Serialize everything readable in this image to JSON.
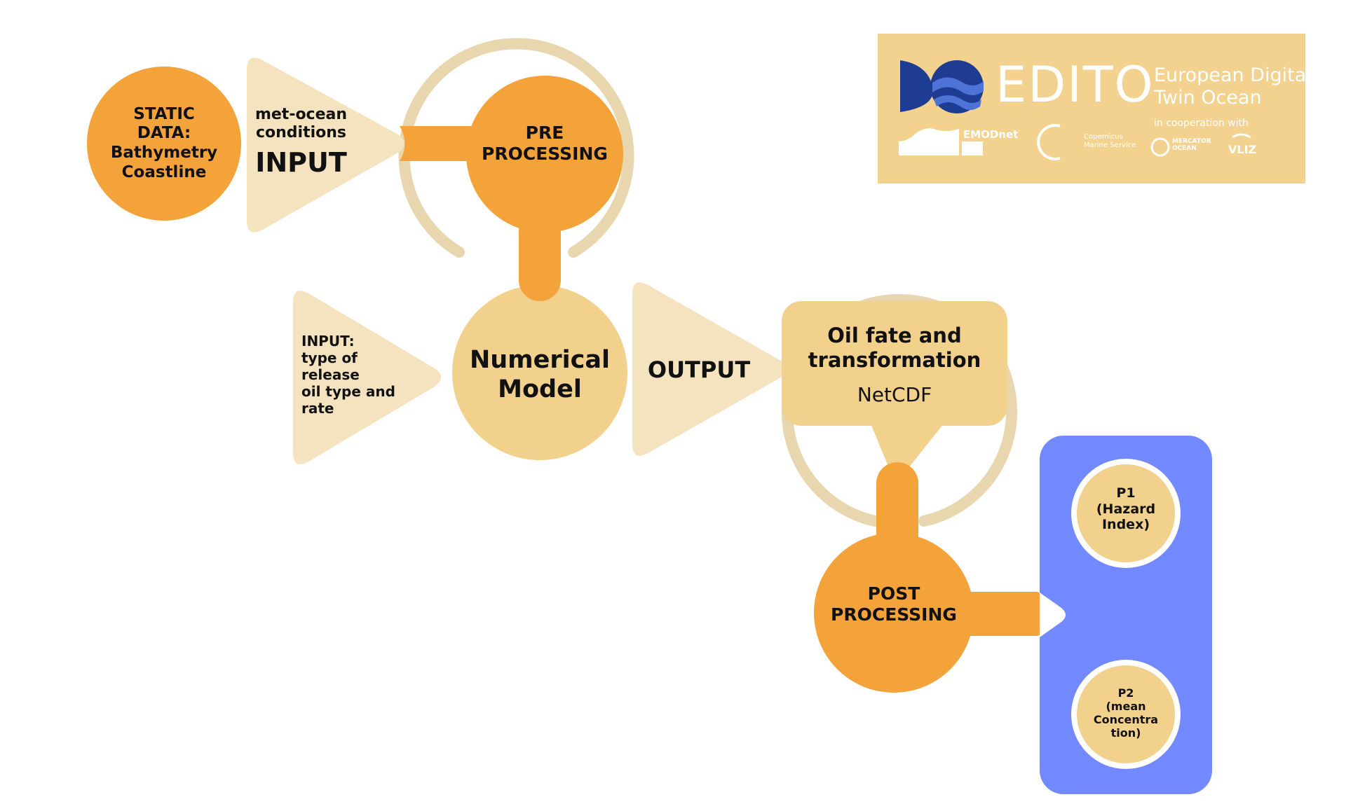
{
  "logo": {
    "brand": "EDITO",
    "tagline": [
      "European Digital",
      "Twin Ocean"
    ],
    "cooperation": "in cooperation with",
    "partners": [
      "EMODnet",
      "Copernicus Marine Service",
      "MERCATOR OCEAN",
      "VLIZ"
    ]
  },
  "nodes": {
    "static_data": [
      "STATIC",
      "DATA:",
      "Bathymetry",
      "Coastline"
    ],
    "input1_small": [
      "met-ocean",
      "conditions"
    ],
    "input1_big": "INPUT",
    "pre_processing": [
      "PRE",
      "PROCESSING"
    ],
    "input2": [
      "INPUT:",
      "type of",
      "release",
      "oil type and",
      "rate"
    ],
    "numerical_model": [
      "Numerical",
      "Model"
    ],
    "output": "OUTPUT",
    "oil_fate": [
      "Oil fate and",
      "transformation"
    ],
    "netcdf": "NetCDF",
    "post_processing": [
      "POST",
      "PROCESSING"
    ],
    "p1": [
      "P1",
      "(Hazard",
      "Index)"
    ],
    "p2": [
      "P2",
      "(mean",
      "Concentra",
      "tion)"
    ]
  },
  "colors": {
    "orange": "#F4A23A",
    "light_orange": "#F1D18B",
    "cream": "#F5E3BF",
    "ring": "#E8D6AE",
    "blue": "#7289FF",
    "logo_bg": "#F2D28E",
    "logo_navy": "#1F3C93"
  }
}
